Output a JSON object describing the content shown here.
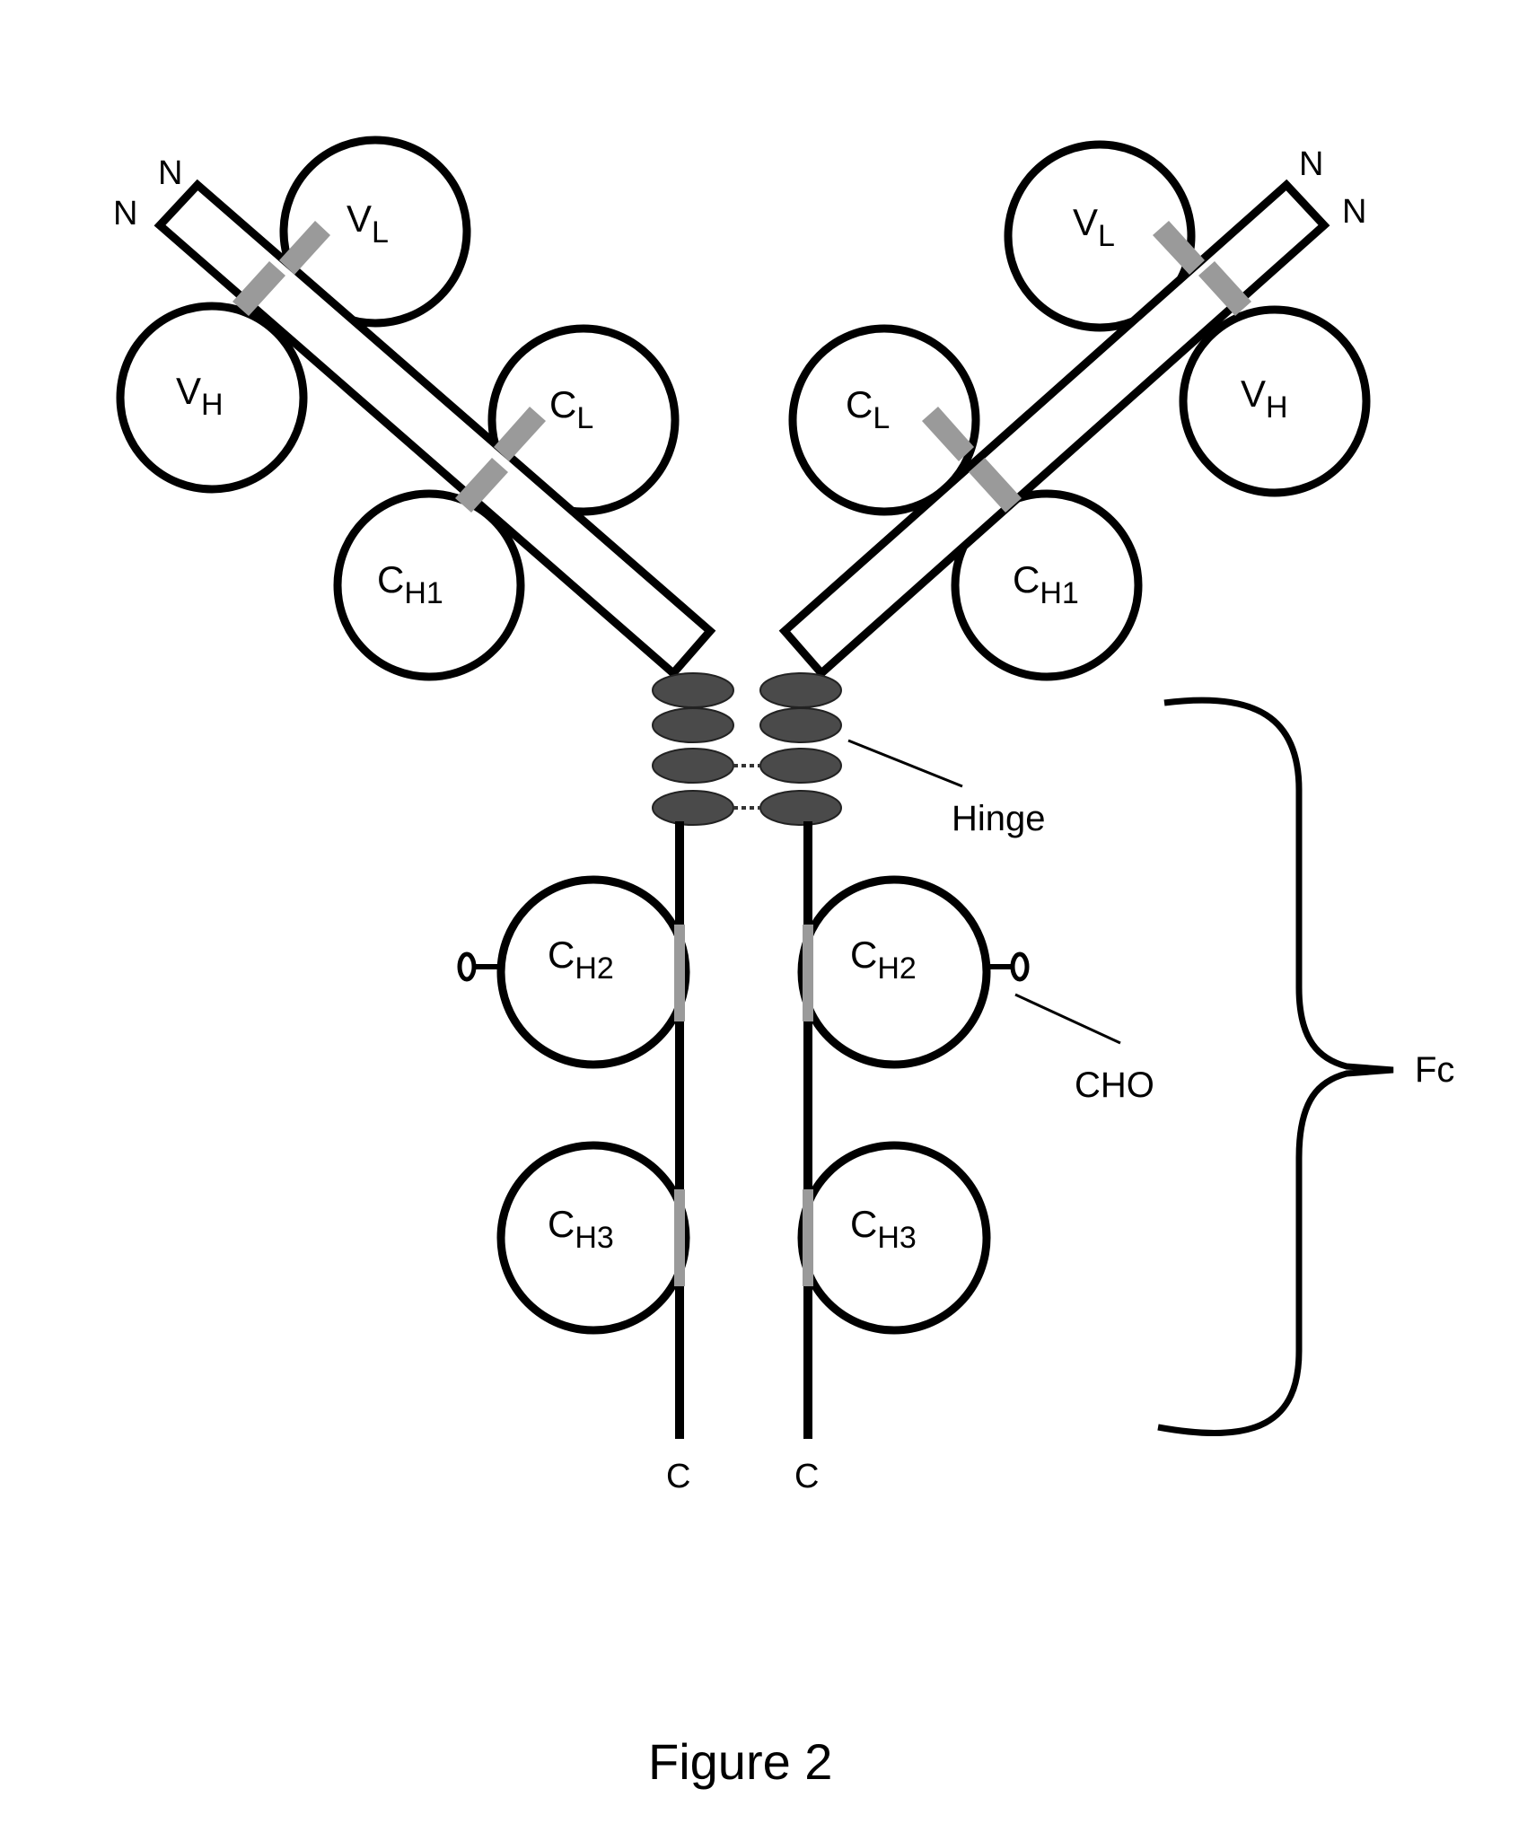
{
  "domains": {
    "vl": {
      "main": "V",
      "sub": "L"
    },
    "vh": {
      "main": "V",
      "sub": "H"
    },
    "cl": {
      "main": "C",
      "sub": "L"
    },
    "ch1": {
      "main": "C",
      "sub": "H1"
    },
    "ch2": {
      "main": "C",
      "sub": "H2"
    },
    "ch3": {
      "main": "C",
      "sub": "H3"
    }
  },
  "termini": {
    "n": "N",
    "c": "C"
  },
  "labels": {
    "hinge": "Hinge",
    "cho": "CHO",
    "fc": "Fc"
  },
  "caption": "Figure 2"
}
